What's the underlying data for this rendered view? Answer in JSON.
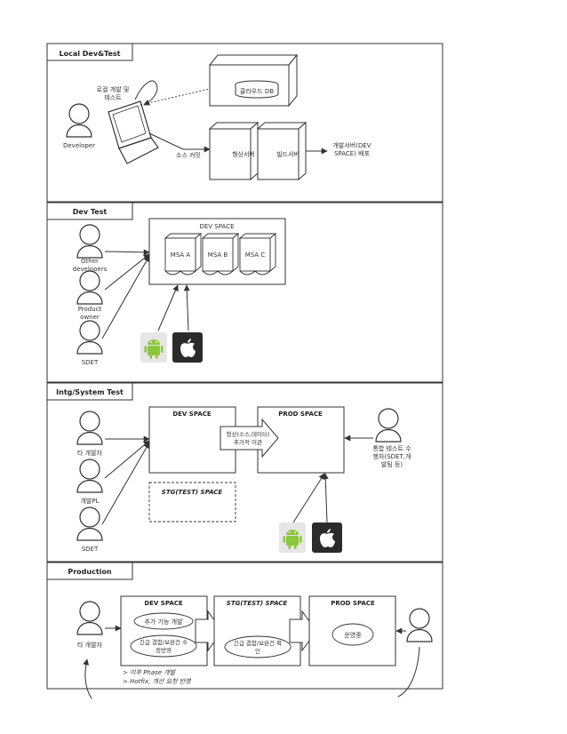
{
  "sections": {
    "local": {
      "title": "Local Dev&Test",
      "developer": "Developer",
      "local_dev_1": "로컬 개발 및",
      "local_dev_2": "테스트",
      "cloud_db": "클라우드 DB",
      "source_commit": "소스 커밋",
      "config_server": "형상서버",
      "build_server": "빌드서버",
      "deploy_1": "개발서버(DEV",
      "deploy_2": "SPACE) 배포"
    },
    "devtest": {
      "title": "Dev Test",
      "other_1": "Other",
      "other_2": "developers",
      "product_1": "Product",
      "product_2": "owner",
      "sdet": "SDET",
      "dev_space": "DEV SPACE",
      "msa_a": "MSA A",
      "msa_b": "MSA B",
      "msa_c": "MSA C"
    },
    "intg": {
      "title": "Intg/System Test",
      "other_dev": "타 개발자",
      "dev_pl": "개발PL",
      "sdet": "SDET",
      "dev_space": "DEV SPACE",
      "prod_space": "PROD SPACE",
      "stg_space": "STG(TEST) SPACE",
      "migrate_1": "형상(소스,데이터)",
      "migrate_2": "추가적  이관",
      "tester_1": "통합 테스트 수",
      "tester_2": "행자(SDET,개",
      "tester_3": "발팀 등)"
    },
    "production": {
      "title": "Production",
      "other_dev": "타 개발자",
      "dev_space": "DEV SPACE",
      "stg_space": "STG(TEST) SPACE",
      "prod_space": "PROD SPACE",
      "add_feature": "추가 기능 개발",
      "urgent_fix_1": "긴급 결함/보완건 수",
      "urgent_fix_2": "정반영",
      "urgent_check_1": "긴급 결함/보완건 확",
      "urgent_check_2": "인",
      "operating": "운영중",
      "note_1": "> 이후 Phase 개발",
      "note_2": "> Hotfix, 개선 요청 반영"
    }
  },
  "colors": {
    "line": "#333333",
    "android": "#8cc63e",
    "apple_bg": "#2b2b2b"
  },
  "icons": [
    "person-icon",
    "laptop-icon",
    "server-box-icon",
    "database-icon",
    "cloud-icon",
    "android-icon",
    "apple-icon",
    "arrow-icon"
  ]
}
